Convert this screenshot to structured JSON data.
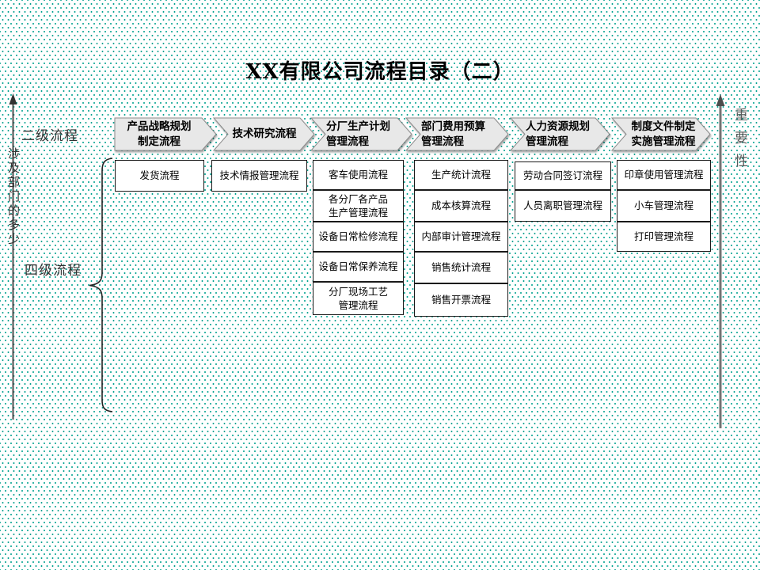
{
  "title": "XX有限公司流程目录（二）",
  "axes": {
    "level2_label": "二级流程",
    "level4_label": "四级流程",
    "left_vertical_label": "涉及部门的多少",
    "right_vertical_label": "重要性"
  },
  "columns": [
    {
      "header": "产品战略规划\n制定流程",
      "boxes": [
        "发货流程"
      ]
    },
    {
      "header": "技术研究流程",
      "boxes": [
        "技术情报管理流程"
      ]
    },
    {
      "header": "分厂生产计划\n管理流程",
      "boxes": [
        "客车使用流程",
        "各分厂各产品\n生产管理流程",
        "设备日常检修流程",
        "设备日常保养流程",
        "分厂现场工艺\n管理流程"
      ]
    },
    {
      "header": "部门费用预算\n管理流程",
      "boxes": [
        "生产统计流程",
        "成本核算流程",
        "内部审计管理流程",
        "销售统计流程",
        "销售开票流程"
      ]
    },
    {
      "header": "人力资源规划\n管理流程",
      "boxes": [
        "劳动合同签订流程",
        "人员离职管理流程"
      ]
    },
    {
      "header": "制度文件制定\n实施管理流程",
      "boxes": [
        "印章使用管理流程",
        "小车管理流程",
        "打印管理流程"
      ]
    }
  ],
  "colors": {
    "dot": "#00a18f",
    "chevron_fill": "#e8e8e8",
    "chevron_border": "#8c8c8c",
    "box_border": "#1a1a1a",
    "left_arrow": "#4d4d4d",
    "right_arrow": "#737373"
  }
}
